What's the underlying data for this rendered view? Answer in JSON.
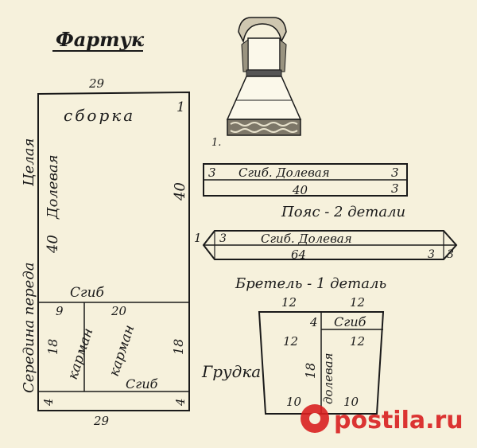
{
  "title": "Фартук",
  "apron": {
    "top_width": "29",
    "bottom_width": "29",
    "gather": "сборка",
    "right_height": "40",
    "right_top_mark": "1",
    "left_label_whole": "Целая",
    "left_label_grain": "Долевая",
    "left_height": "40",
    "left_label_center": "Середина переда",
    "fold": "Сгиб",
    "pocket_left_width": "9",
    "pocket_right_width": "20",
    "pocket_left_height": "18",
    "pocket_right_height": "18",
    "pocket_left": "карман",
    "pocket_right": "карман",
    "pocket_fold": "Сгиб",
    "hem_left": "4",
    "hem_right": "4"
  },
  "belt": {
    "fold_grain": "Сгиб. Долевая",
    "length": "40",
    "mark_left": "3",
    "mark_right_top": "3",
    "mark_right_bottom": "3",
    "caption": "Пояс - 2 детали"
  },
  "strap": {
    "fold_grain": "Сгиб. Долевая",
    "length": "64",
    "mark_left_outer": "1",
    "mark_left_inner": "3",
    "mark_right_a": "3",
    "mark_right_b": "3",
    "caption": "Бретель - 1 деталь"
  },
  "bib": {
    "top_left": "12",
    "top_right": "12",
    "fold_mark": "4",
    "fold": "Сгиб",
    "inner_left": "12",
    "inner_right": "12",
    "height": "18",
    "grain": "долевая",
    "bottom_left": "10",
    "bottom_right": "10",
    "caption": "Грудка"
  },
  "figure_number": "1.",
  "watermark": "postila.ru",
  "colors": {
    "paper": "#f6f1dc",
    "ink": "#1a1a1a",
    "watermark": "#d92020"
  }
}
